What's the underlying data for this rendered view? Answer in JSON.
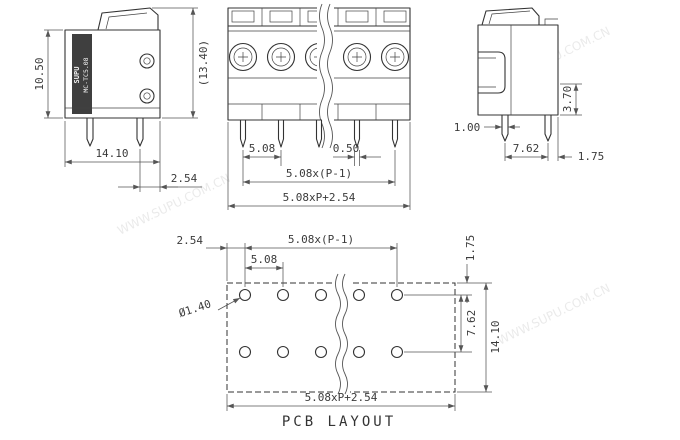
{
  "watermark": "WWW.SUPU.COM.CN",
  "part": {
    "brand": "SUPU",
    "model": "MC-TC5.08"
  },
  "side_view": {
    "height": "10.50",
    "width": "14.10",
    "pin_to_edge": "2.54",
    "overall_height": "(13.40)"
  },
  "front_view": {
    "pitch": "5.08",
    "pin_width": "0.50",
    "pin_span": "5.08x(P-1)",
    "overall_width": "5.08xP+2.54"
  },
  "end_view": {
    "depth": "3.70",
    "pin_thickness": "1.00",
    "row_pitch": "7.62",
    "pin_to_edge": "1.75"
  },
  "pcb_layout": {
    "edge_offset": "2.54",
    "hole_span": "5.08x(P-1)",
    "pitch": "5.08",
    "hole_diameter": "Ø1.40",
    "top_offset": "1.75",
    "row_pitch": "7.62",
    "depth": "14.10",
    "overall_width": "5.08xP+2.54",
    "caption": "PCB LAYOUT"
  }
}
